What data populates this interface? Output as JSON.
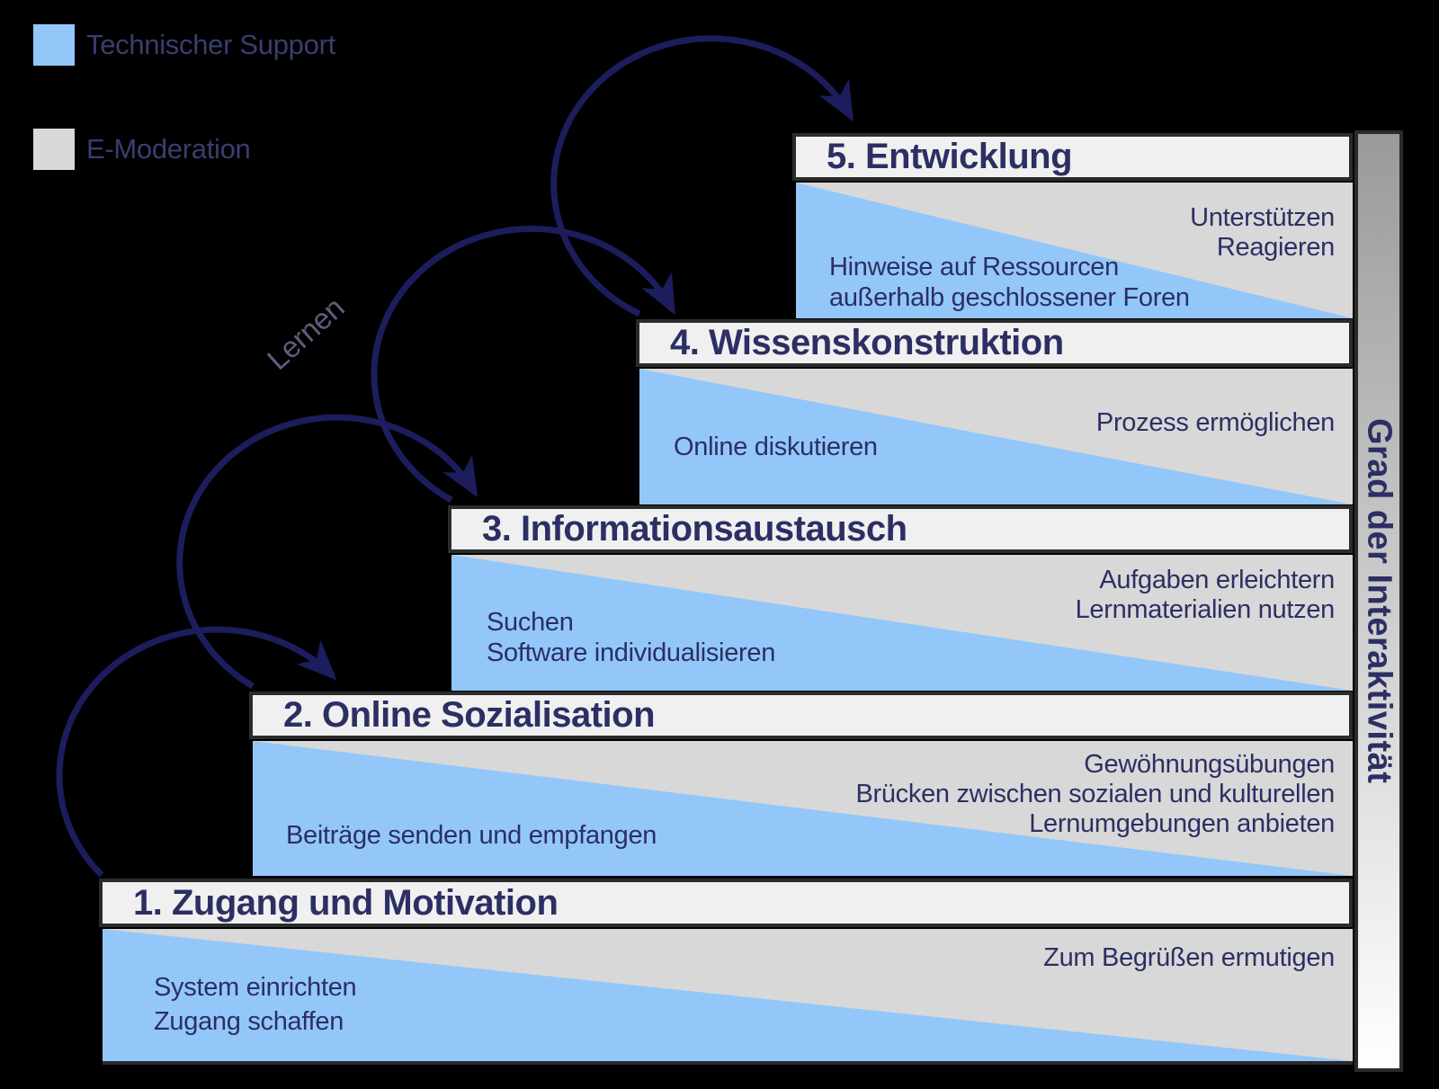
{
  "legend": {
    "items": [
      {
        "label": "Technischer Support",
        "swatch_color": "#93c7fa"
      },
      {
        "label": "E-Moderation",
        "swatch_color": "#d8d8d8"
      }
    ]
  },
  "loop_label": "Lernen",
  "axis": {
    "label": "Grad der Interaktivität"
  },
  "steps": [
    {
      "title": "1. Zugang und Motivation",
      "moderation": [
        "Zum Begrüßen ermutigen"
      ],
      "support": [
        "System einrichten",
        "Zugang schaffen"
      ]
    },
    {
      "title": "2. Online Sozialisation",
      "moderation": [
        "Gewöhnungsübungen",
        "Brücken zwischen sozialen und kulturellen",
        "Lernumgebungen anbieten"
      ],
      "support": [
        "Beiträge senden und empfangen"
      ]
    },
    {
      "title": "3. Informationsaustausch",
      "moderation": [
        "Aufgaben erleichtern",
        "Lernmaterialien nutzen"
      ],
      "support": [
        "Suchen",
        "Software individualisieren"
      ]
    },
    {
      "title": "4. Wissenskonstruktion",
      "moderation": [
        "Prozess ermöglichen"
      ],
      "support": [
        "Online diskutieren"
      ]
    },
    {
      "title": "5. Entwicklung",
      "moderation": [
        "Unterstützen",
        "Reagieren"
      ],
      "support": [
        "Hinweise auf Ressourcen",
        "außerhalb geschlossener Foren"
      ]
    }
  ],
  "colors": {
    "background": "#000000",
    "support_blue": "#93c7fa",
    "moderation_gray": "#d8d8d8",
    "header_bg": "#f0f0f0",
    "outline": "#2b2b2b",
    "navy_text": "#2c2f63",
    "legend_text": "#3a3e6e",
    "arrow": "#1c1d5c",
    "lernen_text": "#5d5d7d",
    "bar_gradient_top": "#9a9a9a",
    "bar_gradient_bottom": "#ffffff"
  }
}
